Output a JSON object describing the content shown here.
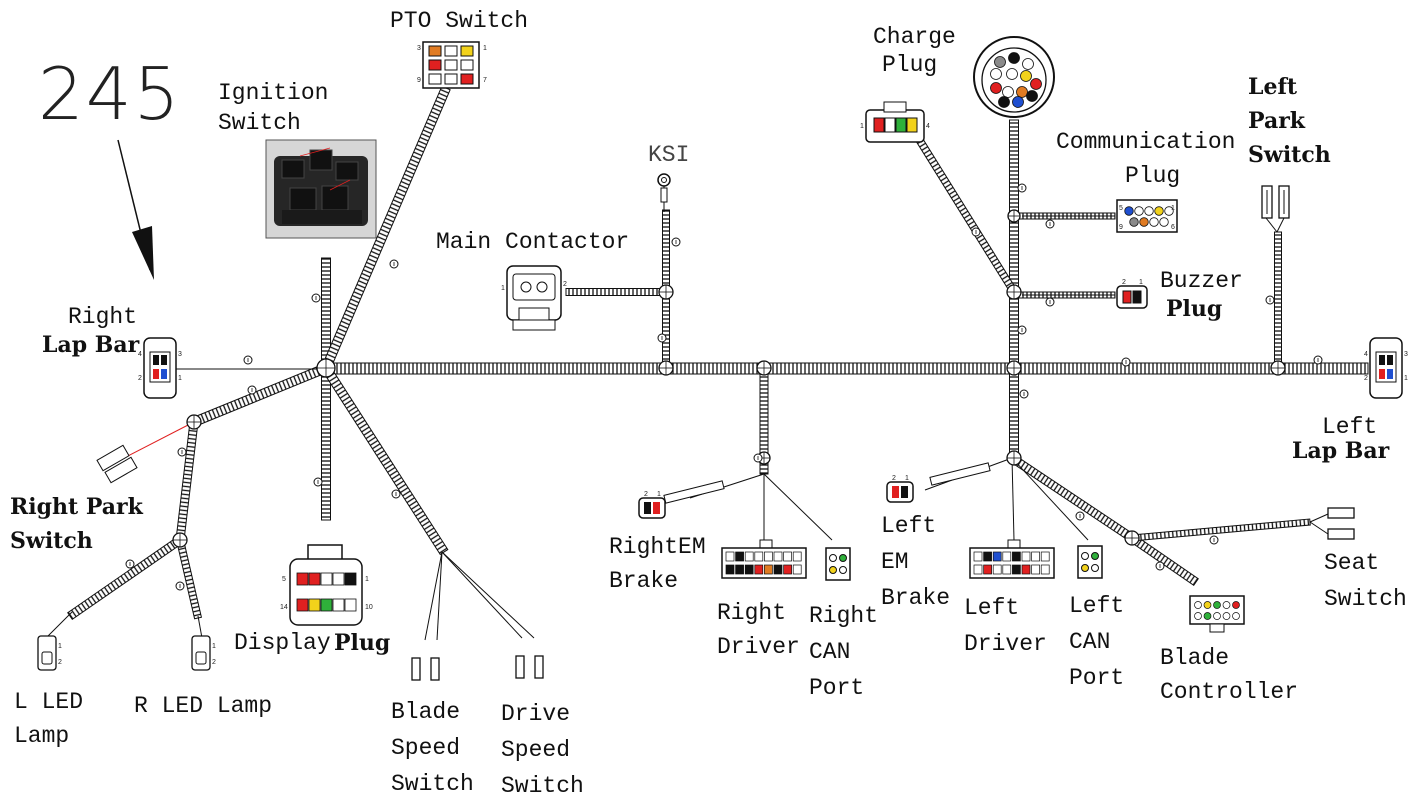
{
  "figure_number": "245",
  "labels": {
    "pto_switch": "PTO Switch",
    "ignition_switch": "Ignition\nSwitch",
    "ksi": "KSI",
    "main_contactor": "Main Contactor",
    "charge_plug_a": "Charge",
    "charge_plug_b": "Plug",
    "communication_plug": "Communication\n     Plug",
    "left_park_switch": "Left\nPark\nSwitch",
    "buzzer": "Buzzer",
    "buzzer_plug": "Plug",
    "right": "Right",
    "right_lap_bar": "Lap Bar",
    "left": "Left",
    "left_lap_bar": "Lap Bar",
    "right_park_switch": "Right Park\nSwitch",
    "display": "Display",
    "display_plug": "Plug",
    "l_led_lamp": "L LED\nLamp",
    "r_led_lamp": "R LED Lamp",
    "blade_speed_switch": "Blade\nSpeed\nSwitch",
    "drive_speed_switch": "Drive\nSpeed\nSwitch",
    "right_em_brake": "RightEM\nBrake",
    "right_driver": "Right\nDriver",
    "right_can_port": "Right\nCAN\nPort",
    "left_em_brake": "Left\nEM\nBrake",
    "left_driver": "Left\nDriver",
    "left_can_port": "Left\nCAN\nPort",
    "blade_controller": "Blade\nController",
    "seat_switch": "Seat\nSwitch"
  },
  "colors": {
    "ink": "#111111",
    "wire_red": "#e02020",
    "orange": "#e07b22",
    "yellow": "#f2d21b",
    "green": "#2fb03a",
    "blue": "#1f4fd0",
    "grey": "#8a8a8a"
  }
}
